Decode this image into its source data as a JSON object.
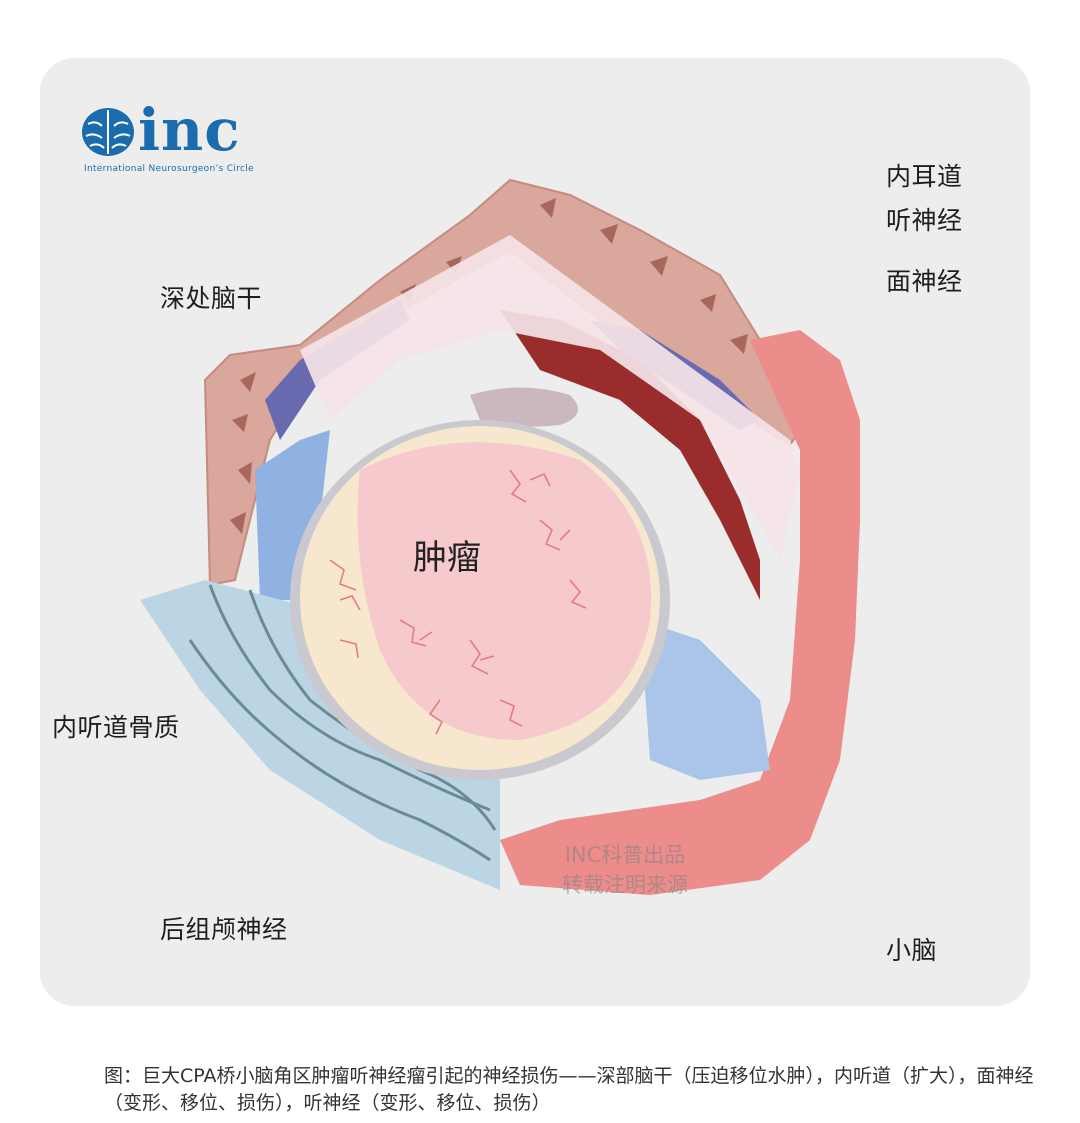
{
  "logo": {
    "word": "inc",
    "subtitle": "International  Neurosurgeon’s  Circle"
  },
  "labels": {
    "internal_auditory_canal": "内耳道",
    "auditory_nerve": "听神经",
    "facial_nerve": "面神经",
    "deep_brainstem": "深处脑干",
    "tumor": "肿瘤",
    "iac_bone": "内听道骨质",
    "lower_cranial_nerves": "后组颅神经",
    "cerebellum": "小脑"
  },
  "watermark": {
    "line1": "INC科普出品",
    "line2": "转载注明来源"
  },
  "caption": "图：巨大CPA桥小脑角区肿瘤听神经瘤引起的神经损伤——深部脑干（压迫移位水肿），内听道（扩大），面神经（变形、移位、损伤），听神经（变形、移位、损伤）",
  "colors": {
    "panel": "#ededed",
    "bone": "#d9a79c",
    "cerebellum_edge": "#e88a88",
    "tumor": "#f6c9cc",
    "nerve": "#f2c477",
    "vessel": "#e07f87",
    "logo": "#1b6cae"
  }
}
